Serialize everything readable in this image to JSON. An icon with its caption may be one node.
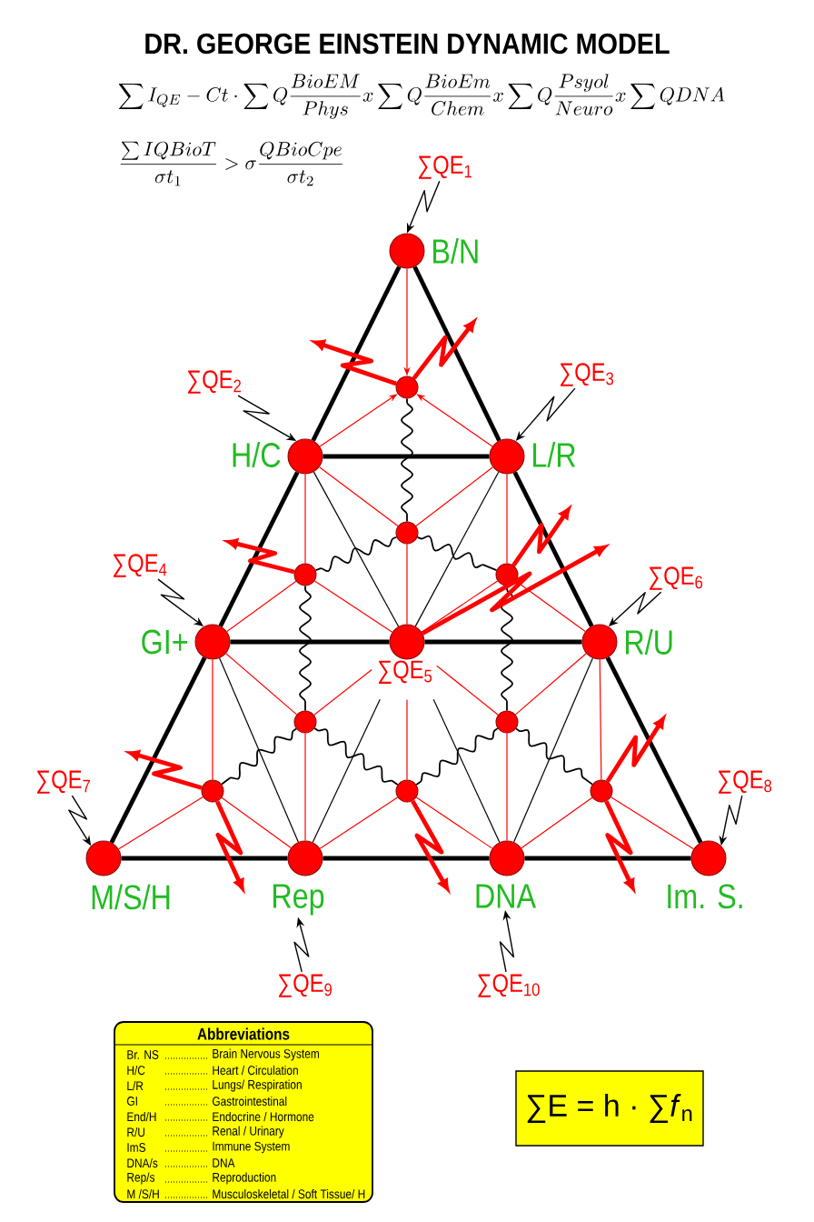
{
  "diagram": {
    "title": "DR. GEORGE EINSTEIN DYNAMIC MODEL",
    "labels": [
      "\\sum I_{QE} - Ct \\cdot \\sum Q\\frac{BioEM}{Phys} x \\sum Q\\frac{BioEm}{Chem} x \\sum Q\\frac{Psyol}{Neuro} x \\sum QDNA",
      "\\frac{\\sum IQBioT}{\\sigma t_{1}} > \\sigma\\frac{QBioCpe}{\\sigma t_{2}}"
    ],
    "nodes": [
      {
        "text": [
          "∑QE$_{1}$"
        ]
      },
      {
        "text": [
          "B/N"
        ]
      },
      {
        "text": [
          "∑QE$_{2}$"
        ]
      },
      {
        "text": [
          "∑QE$_{3}$"
        ]
      },
      {
        "text": [],
        "shape": "circle"
      },
      {
        "text": [
          "H/C"
        ]
      },
      {
        "text": [
          "L/R"
        ]
      },
      {
        "text": [],
        "shape": "circle"
      },
      {
        "text": [
          "∑QE$_{4}$"
        ]
      },
      {
        "text": [],
        "shape": "circle"
      },
      {
        "text": [],
        "shape": "circle"
      },
      {
        "text": [
          "∑QE$_{6}$"
        ]
      },
      {
        "text": [
          "GI+"
        ]
      },
      {
        "text": [],
        "shape": "circle",
        "beside": [
          "∑QE$_{5}$"
        ]
      },
      {
        "text": [
          "R/U"
        ]
      },
      {
        "text": [],
        "shape": "circle"
      },
      {
        "text": [],
        "shape": "circle"
      },
      {
        "text": [
          "∑QE$_{7}$"
        ]
      },
      {
        "text": [],
        "shape": "circle"
      },
      {
        "text": [],
        "shape": "circle"
      },
      {
        "text": [],
        "shape": "circle"
      },
      {
        "text": [
          "∑QE$_{8}$"
        ]
      },
      {
        "text": [
          "M/S/H"
        ]
      },
      {
        "text": [
          "Rep"
        ]
      },
      {
        "text": [
          "DNA"
        ]
      },
      {
        "text": [
          "Im. S."
        ]
      },
      {
        "text": [
          "∑QE$_{9}$"
        ]
      },
      {
        "text": [
          "∑QE$_{10}$"
        ]
      },
      {
        "text": [
          "Abbreviations",
          "Br. NS",
          "Brain Nervous System",
          "H/C",
          "Heart / Circulation",
          "L/R",
          "Lungs/ Respiration",
          "GI",
          "Gastrointestinal",
          "End/H",
          "Endocrine / Hormone",
          "R/U",
          "Renal / Urinary",
          "ImS",
          "Immune System",
          "DNA/s",
          "DNA",
          "Rep/s",
          "Reproduction",
          "M /S/H",
          "Musculoskeletal / Soft Tissue/ H"
        ]
      },
      {
        "text": [
          "∑E = h · ∑*f*$_{n}$"
        ]
      }
    ],
    "edges": [
      {
        "from": 1,
        "to": 5,
        "arrow": "none",
        "style": "thick",
        "color": "#000000"
      },
      {
        "from": 5,
        "to": 12,
        "arrow": "none",
        "style": "thick",
        "color": "#000000"
      },
      {
        "from": 12,
        "to": 22,
        "arrow": "none",
        "style": "thick",
        "color": "#000000"
      },
      {
        "from": 1,
        "to": 6,
        "arrow": "none",
        "style": "thick",
        "color": "#000000"
      },
      {
        "from": 6,
        "to": 14,
        "arrow": "none",
        "style": "thick",
        "color": "#000000"
      },
      {
        "from": 14,
        "to": 25,
        "arrow": "none",
        "style": "thick",
        "color": "#000000"
      },
      {
        "from": 5,
        "to": 6,
        "arrow": "none",
        "style": "thick",
        "color": "#000000"
      },
      {
        "from": 12,
        "to": 13,
        "arrow": "none",
        "style": "thick",
        "color": "#000000"
      },
      {
        "from": 13,
        "to": 14,
        "arrow": "none",
        "style": "thick",
        "color": "#000000"
      },
      {
        "from": 22,
        "to": 23,
        "arrow": "none",
        "style": "thick",
        "color": "#000000"
      },
      {
        "from": 23,
        "to": 24,
        "arrow": "none",
        "style": "thick",
        "color": "#000000"
      },
      {
        "from": 24,
        "to": 25,
        "arrow": "none",
        "style": "thick",
        "color": "#000000"
      },
      {
        "from": 5,
        "to": 13,
        "arrow": "none",
        "color": "#000000"
      },
      {
        "from": 6,
        "to": 13,
        "arrow": "none",
        "color": "#000000"
      },
      {
        "from": 12,
        "to": 23,
        "arrow": "none",
        "color": "#000000"
      },
      {
        "from": 13,
        "to": 23,
        "arrow": "none",
        "color": "#000000"
      },
      {
        "from": 13,
        "to": 24,
        "arrow": "none",
        "color": "#000000"
      },
      {
        "from": 14,
        "to": 24,
        "arrow": "none",
        "color": "#000000"
      },
      {
        "from": 1,
        "to": 4,
        "arrow": "to",
        "color": "#ff0000"
      },
      {
        "from": 5,
        "to": 4,
        "arrow": "to",
        "color": "#ff0000"
      },
      {
        "from": 6,
        "to": 4,
        "arrow": "to",
        "color": "#ff0000"
      },
      {
        "from": 5,
        "to": 7,
        "arrow": "none",
        "color": "#ff0000"
      },
      {
        "from": 6,
        "to": 7,
        "arrow": "none",
        "color": "#ff0000"
      },
      {
        "from": 13,
        "to": 7,
        "arrow": "none",
        "color": "#ff0000"
      },
      {
        "from": 5,
        "to": 9,
        "arrow": "none",
        "color": "#ff0000"
      },
      {
        "from": 12,
        "to": 9,
        "arrow": "none",
        "color": "#ff0000"
      },
      {
        "from": 13,
        "to": 9,
        "arrow": "none",
        "color": "#ff0000"
      },
      {
        "from": 6,
        "to": 10,
        "arrow": "none",
        "color": "#ff0000"
      },
      {
        "from": 13,
        "to": 10,
        "arrow": "none",
        "color": "#ff0000"
      },
      {
        "from": 14,
        "to": 10,
        "arrow": "none",
        "color": "#ff0000"
      },
      {
        "from": 12,
        "to": 15,
        "arrow": "none",
        "color": "#ff0000"
      },
      {
        "from": 13,
        "to": 15,
        "arrow": "none",
        "color": "#ff0000"
      },
      {
        "from": 23,
        "to": 15,
        "arrow": "none",
        "color": "#ff0000"
      },
      {
        "from": 13,
        "to": 16,
        "arrow": "none",
        "color": "#ff0000"
      },
      {
        "from": 14,
        "to": 16,
        "arrow": "none",
        "color": "#ff0000"
      },
      {
        "from": 24,
        "to": 16,
        "arrow": "none",
        "color": "#ff0000"
      },
      {
        "from": 12,
        "to": 18,
        "arrow": "none",
        "color": "#ff0000"
      },
      {
        "from": 22,
        "to": 18,
        "arrow": "none",
        "color": "#ff0000"
      },
      {
        "from": 23,
        "to": 18,
        "arrow": "none",
        "color": "#ff0000"
      },
      {
        "from": 13,
        "to": 19,
        "arrow": "none",
        "color": "#ff0000"
      },
      {
        "from": 23,
        "to": 19,
        "arrow": "none",
        "color": "#ff0000"
      },
      {
        "from": 24,
        "to": 19,
        "arrow": "none",
        "color": "#ff0000"
      },
      {
        "from": 14,
        "to": 20,
        "arrow": "none",
        "color": "#ff0000"
      },
      {
        "from": 24,
        "to": 20,
        "arrow": "none",
        "color": "#ff0000"
      },
      {
        "from": 25,
        "to": 20,
        "arrow": "none",
        "color": "#ff0000"
      },
      {
        "from": 4,
        "to": 7,
        "arrow": "none",
        "color": "#000000"
      },
      {
        "from": 7,
        "to": 9,
        "arrow": "none",
        "color": "#000000"
      },
      {
        "from": 7,
        "to": 10,
        "arrow": "none",
        "color": "#000000"
      },
      {
        "from": 9,
        "to": 15,
        "arrow": "none",
        "color": "#000000"
      },
      {
        "from": 10,
        "to": 16,
        "arrow": "none",
        "color": "#000000"
      },
      {
        "from": 15,
        "to": 18,
        "arrow": "none",
        "color": "#000000"
      },
      {
        "from": 15,
        "to": 19,
        "arrow": "none",
        "color": "#000000"
      },
      {
        "from": 16,
        "to": 19,
        "arrow": "none",
        "color": "#000000"
      },
      {
        "from": 16,
        "to": 20,
        "arrow": "none",
        "color": "#000000"
      },
      {
        "from": 0,
        "to": 1,
        "arrow": "to",
        "color": "#000000"
      },
      {
        "from": 2,
        "to": 5,
        "arrow": "to",
        "color": "#000000"
      },
      {
        "from": 3,
        "to": 6,
        "arrow": "to",
        "color": "#000000"
      },
      {
        "from": 8,
        "to": 12,
        "arrow": "to",
        "color": "#000000"
      },
      {
        "from": 11,
        "to": 14,
        "arrow": "to",
        "color": "#000000"
      },
      {
        "from": 17,
        "to": 22,
        "arrow": "to",
        "color": "#000000"
      },
      {
        "from": 21,
        "to": 25,
        "arrow": "to",
        "color": "#000000"
      },
      {
        "from": 26,
        "to": 23,
        "arrow": "to",
        "color": "#000000"
      },
      {
        "from": 27,
        "to": 24,
        "arrow": "to",
        "color": "#000000"
      },
      {
        "from": 4,
        "to": null,
        "arrow": "to",
        "style": "thick",
        "color": "#ff0000"
      },
      {
        "from": 4,
        "to": null,
        "arrow": "to",
        "style": "thick",
        "color": "#ff0000"
      },
      {
        "from": 9,
        "to": null,
        "arrow": "to",
        "style": "thick",
        "color": "#ff0000"
      },
      {
        "from": 10,
        "to": null,
        "arrow": "to",
        "style": "thick",
        "color": "#ff0000"
      },
      {
        "from": 13,
        "to": null,
        "arrow": "to",
        "style": "thick",
        "color": "#ff0000"
      },
      {
        "from": 18,
        "to": null,
        "arrow": "to",
        "style": "thick",
        "color": "#ff0000"
      },
      {
        "from": 20,
        "to": null,
        "arrow": "to",
        "style": "thick",
        "color": "#ff0000"
      },
      {
        "from": 18,
        "to": null,
        "arrow": "to",
        "style": "thick",
        "color": "#ff0000"
      },
      {
        "from": 19,
        "to": null,
        "arrow": "to",
        "style": "thick",
        "color": "#ff0000"
      },
      {
        "from": 20,
        "to": null,
        "arrow": "to",
        "style": "thick",
        "color": "#ff0000"
      }
    ]
  }
}
